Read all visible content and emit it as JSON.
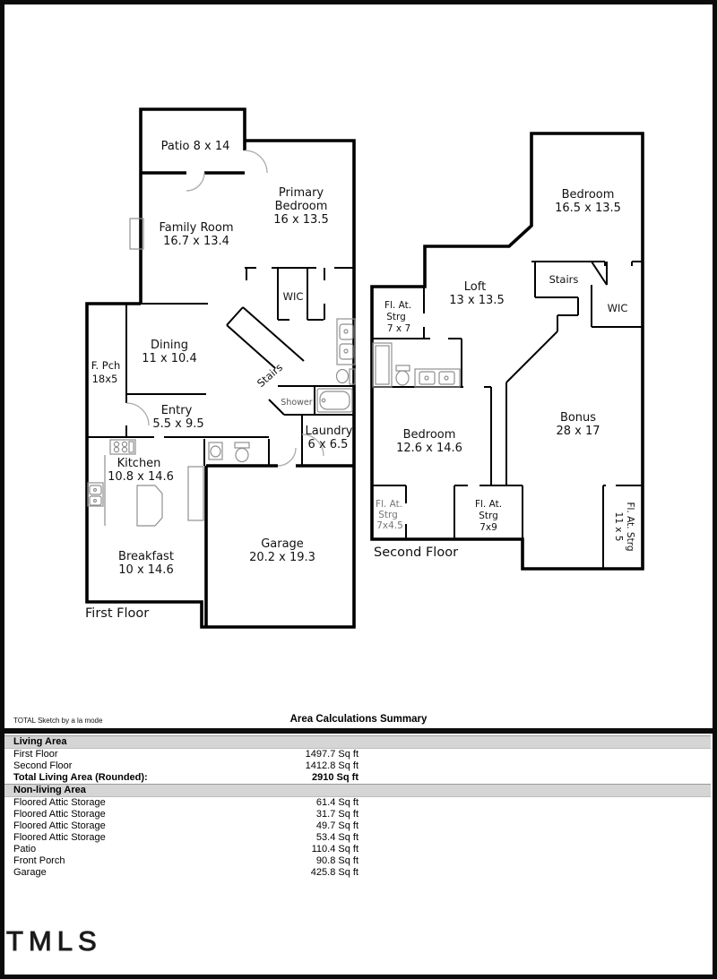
{
  "colors": {
    "wall": "#000000",
    "fixture": "#8f8f8f",
    "section_band": "#d5d5d5"
  },
  "plan": {
    "first": {
      "floor_label": "First Floor",
      "patio": [
        "Patio 8 x 14"
      ],
      "family": [
        "Family Room",
        "16.7 x 13.4"
      ],
      "primary": [
        "Primary",
        "Bedroom",
        "16 x 13.5"
      ],
      "wic": [
        "WIC"
      ],
      "dining": [
        "Dining",
        "11 x 10.4"
      ],
      "fpch": [
        "F. Pch",
        "18x5"
      ],
      "entry": [
        "Entry",
        "5.5 x 9.5"
      ],
      "stairs": [
        "Stairs"
      ],
      "shower": [
        "Shower"
      ],
      "laundry": [
        "Laundry",
        "6 x 6.5"
      ],
      "kitchen": [
        "Kitchen",
        "10.8 x 14.6"
      ],
      "breakfast": [
        "Breakfast",
        "10 x 14.6"
      ],
      "garage": [
        "Garage",
        "20.2 x 19.3"
      ]
    },
    "second": {
      "floor_label": "Second Floor",
      "bedroom_top": [
        "Bedroom",
        "16.5 x 13.5"
      ],
      "loft": [
        "Loft",
        "13 x 13.5"
      ],
      "stairs": [
        "Stairs"
      ],
      "wic": [
        "WIC"
      ],
      "attic_7x7": [
        "Fl. At.",
        "Strg",
        "7 x 7"
      ],
      "bedroom_left": [
        "Bedroom",
        "12.6 x 14.6"
      ],
      "bonus": [
        "Bonus",
        "28 x 17"
      ],
      "attic_7x45": [
        "Fl. At.",
        "Strg",
        "7x4.5"
      ],
      "attic_7x9": [
        "Fl. At.",
        "Strg",
        "7x9"
      ],
      "attic_11x5": [
        "Fl. At. Strg",
        "11 x 5"
      ]
    }
  },
  "summary": {
    "brand": "TOTAL Sketch by a la mode",
    "title": "Area Calculations Summary",
    "rows": [
      {
        "label": "Living Area",
        "value": ""
      },
      {
        "label": "First Floor",
        "value": "1497.7 Sq ft"
      },
      {
        "label": "Second Floor",
        "value": "1412.8 Sq ft"
      },
      {
        "label": "Total Living Area (Rounded):",
        "value": "2910 Sq ft"
      },
      {
        "label": "Non-living Area",
        "value": ""
      },
      {
        "label": "Floored Attic Storage",
        "value": "61.4 Sq ft"
      },
      {
        "label": "Floored Attic Storage",
        "value": "31.7 Sq ft"
      },
      {
        "label": "Floored Attic Storage",
        "value": "49.7 Sq ft"
      },
      {
        "label": "Floored Attic Storage",
        "value": "53.4 Sq ft"
      },
      {
        "label": "Patio",
        "value": "110.4 Sq ft"
      },
      {
        "label": "Front Porch",
        "value": "90.8 Sq ft"
      },
      {
        "label": "Garage",
        "value": "425.8 Sq ft"
      }
    ]
  },
  "watermark": "TMLS"
}
